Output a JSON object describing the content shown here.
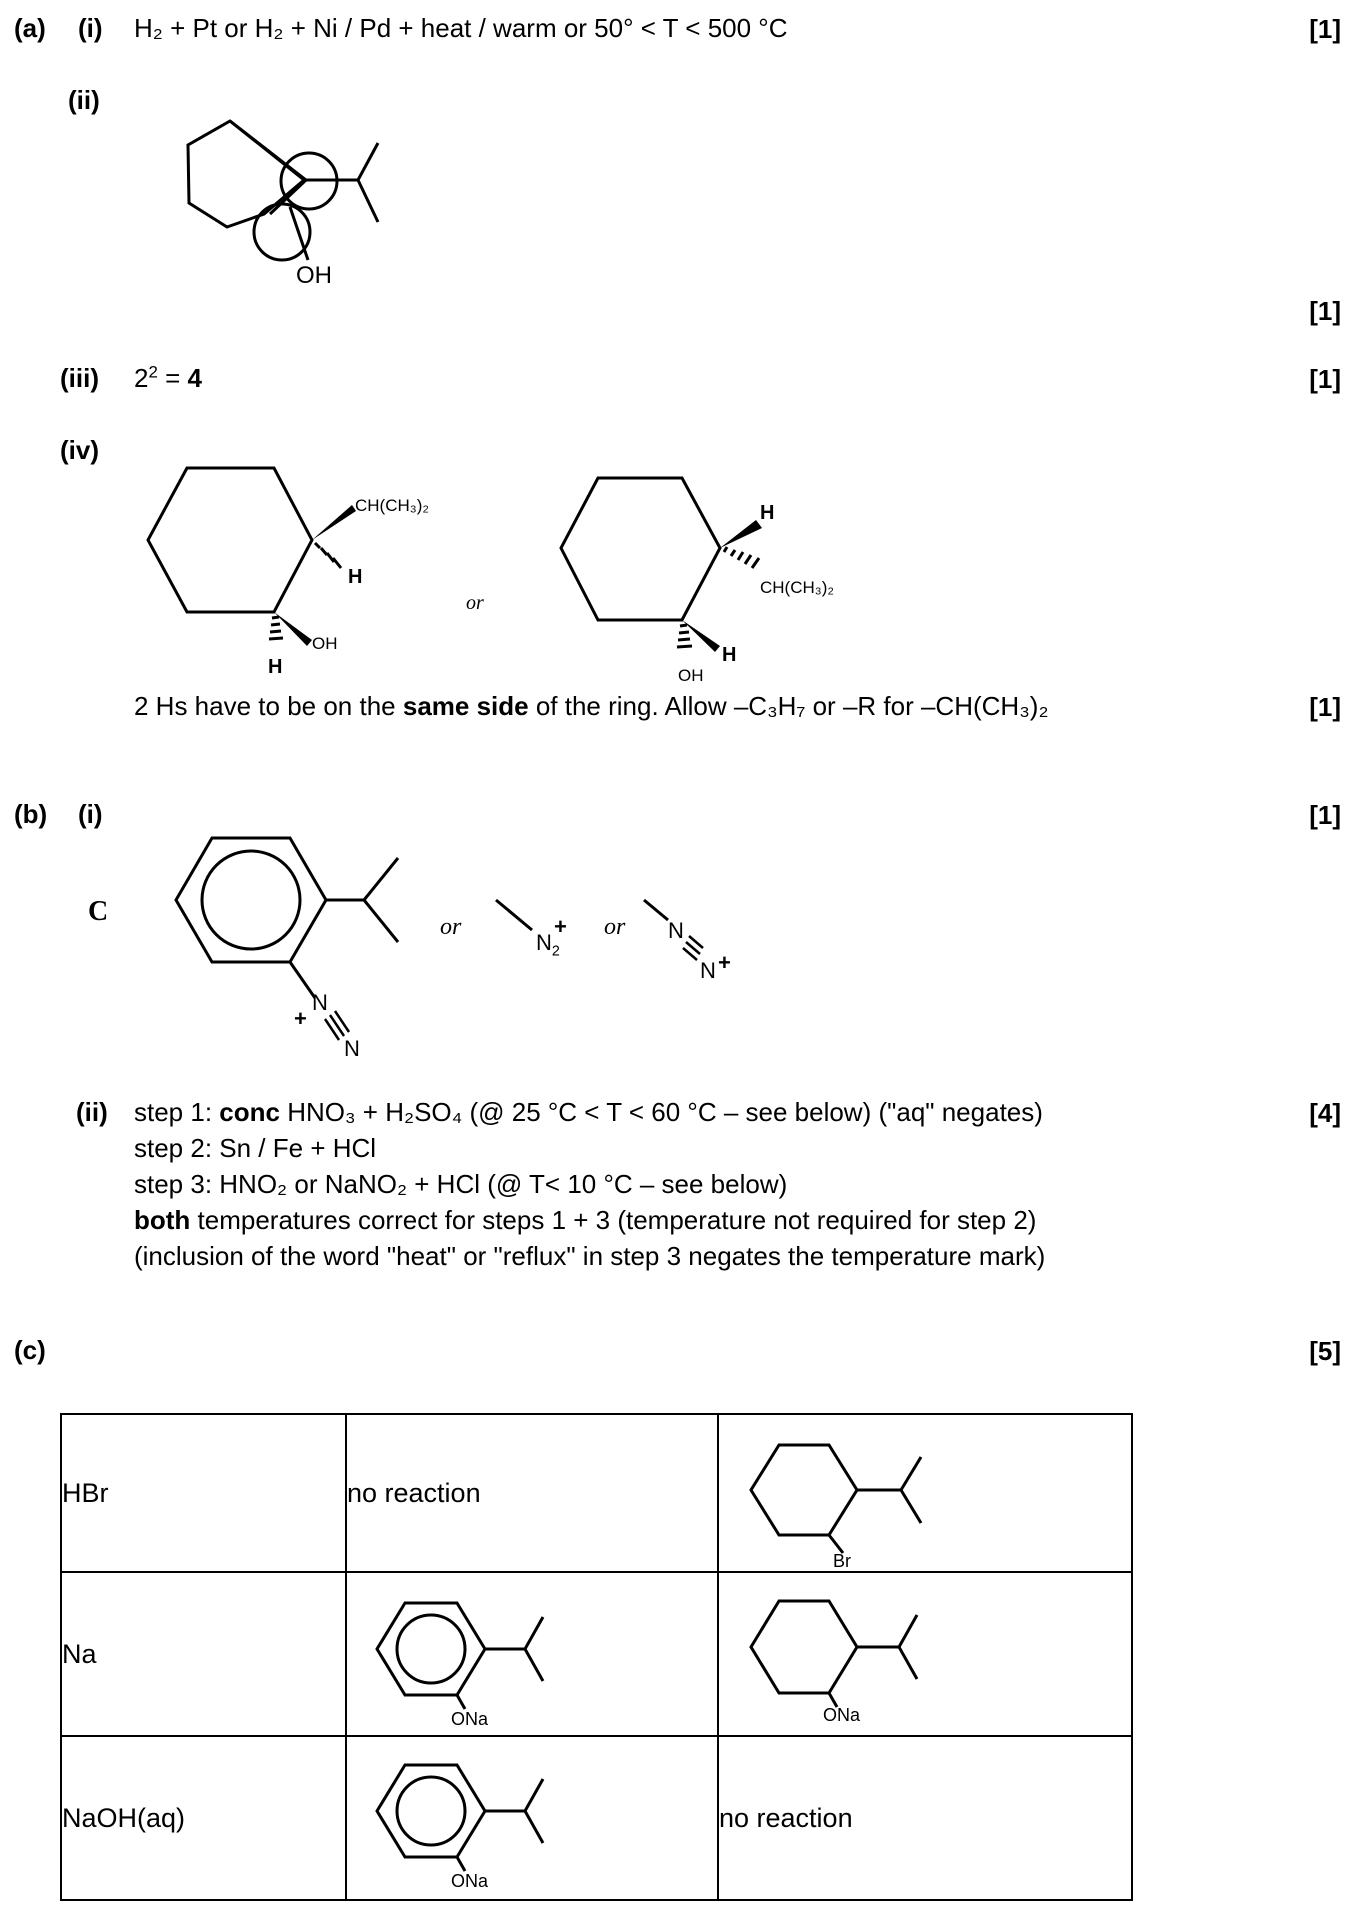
{
  "part_a": {
    "label": "(a)",
    "i": {
      "label": "(i)",
      "answer": "H₂ + Pt or H₂ + Ni / Pd + heat / warm or 50° < T < 500 °C",
      "mark": "[1]"
    },
    "ii": {
      "label": "(ii)",
      "oh_label": "OH",
      "mark": "[1]"
    },
    "iii": {
      "label": "(iii)",
      "base": "2",
      "exp": "2",
      "eq": "=",
      "result": "4",
      "mark": "[1]"
    },
    "iv": {
      "label": "(iv)",
      "isomer1": {
        "sub_label": "CH(CH₃)₂",
        "h_top": "H",
        "h_bottom": "H",
        "oh": "OH"
      },
      "or_label": "or",
      "isomer2": {
        "sub_label": "CH(CH₃)₂",
        "h_top": "H",
        "h_right": "H",
        "oh": "OH"
      },
      "note_prefix": "2 Hs have to be on the",
      "note_bold": "same side",
      "note_suffix": "of the ring. Allow –C₃H₇ or –R for –CH(CH₃)₂",
      "mark": "[1]"
    }
  },
  "part_b": {
    "label": "(b)",
    "i": {
      "label": "(i)",
      "compound_letter": "C",
      "or1": "or",
      "n2_label": "N",
      "n2_sub": "2",
      "plus": "+",
      "or2": "or",
      "n_label": "N",
      "mark": "[1]"
    },
    "ii": {
      "label": "(ii)",
      "step1_prefix": "step 1:",
      "step1_bold": "conc",
      "step1_rest": "HNO₃ + H₂SO₄ (@ 25 °C < T < 60 °C – see below) (\"aq\" negates)",
      "step2": "step 2: Sn / Fe + HCl",
      "step3": "step 3: HNO₂ or NaNO₂ + HCl (@ T< 10 °C – see below)",
      "both_bold": "both",
      "both_rest": "temperatures correct for steps 1 + 3 (temperature not required for step 2)",
      "heat_note": "(inclusion of the word \"heat\" or \"reflux\" in step 3 negates the temperature mark)",
      "mark": "[4]"
    }
  },
  "part_c": {
    "label": "(c)",
    "mark": "[5]",
    "rows": [
      {
        "reagent": "HBr",
        "col2_text": "no reaction",
        "col3_label": "Br"
      },
      {
        "reagent": "Na",
        "col2_label": "ONa",
        "col3_label": "ONa"
      },
      {
        "reagent": "NaOH(aq)",
        "col2_label": "ONa",
        "col3_text": "no reaction"
      }
    ]
  }
}
